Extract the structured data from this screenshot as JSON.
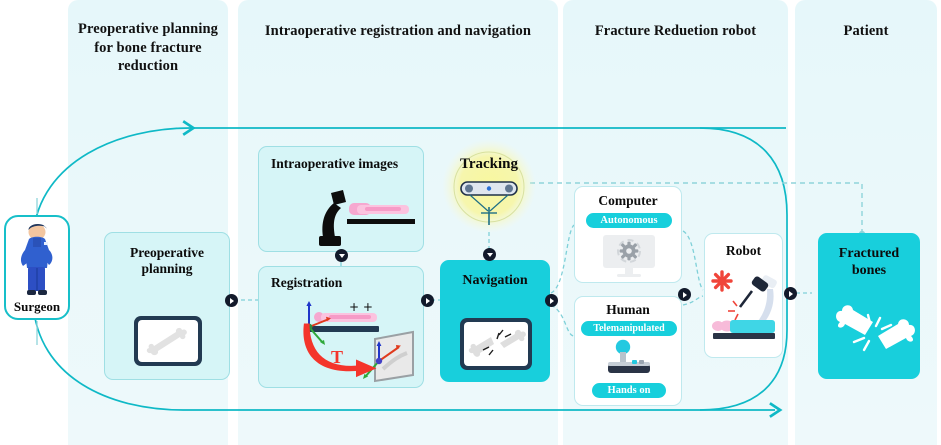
{
  "columns": [
    {
      "id": "preoperative",
      "title": "Preoperative planning for bone fracture reduction"
    },
    {
      "id": "intraoperative",
      "title": "Intraoperative registration and navigation"
    },
    {
      "id": "robot",
      "title": "Fracture Reduetion robot"
    },
    {
      "id": "patient",
      "title": "Patient"
    }
  ],
  "nodes": {
    "surgeon": {
      "label": "Surgeon",
      "icon": "surgeon-avatar-icon"
    },
    "preoperative_planning": {
      "label": "Preoperative planning",
      "icon": "bone-on-monitor-icon"
    },
    "intraoperative_images": {
      "label": "Intraoperative images",
      "icon": "c-arm-scanner-icon"
    },
    "registration": {
      "label": "Registration",
      "icon": "registration-transform-icon",
      "transform_label": "T"
    },
    "tracking": {
      "label": "Tracking",
      "icon": "optical-tracker-icon"
    },
    "navigation": {
      "label": "Navigation",
      "icon": "fractured-bone-monitor-icon"
    },
    "computer": {
      "label": "Computer",
      "badge": "Autonomous",
      "icon": "monitor-gear-icon"
    },
    "human": {
      "label": "Human",
      "badge_top": "Telemanipulated",
      "badge_bottom": "Hands on",
      "icon": "joystick-icon"
    },
    "robot": {
      "label": "Robot",
      "icon": "robot-arm-patient-icon"
    },
    "fractured_bones": {
      "label": "Fractured bones",
      "icon": "fractured-bones-icon"
    }
  },
  "colors": {
    "accent_teal": "#17cfdc",
    "solid_cyan": "#18cfdc",
    "panel_bg": "#e8f8fa",
    "card_light": "#d6f5f7",
    "loop_line": "#0fb9c6",
    "dashed_line": "#8fd4da",
    "node_dark": "#121a2b",
    "transform_red": "#f4352b",
    "glow_yellow": "#f6f5a8",
    "patient_pink": "#f7b4d8"
  }
}
